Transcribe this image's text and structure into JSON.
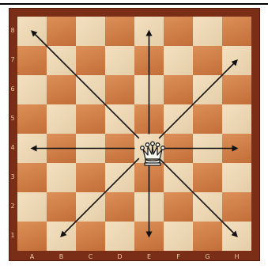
{
  "board": {
    "ranks": [
      "8",
      "7",
      "6",
      "5",
      "4",
      "3",
      "2",
      "1"
    ],
    "files": [
      "A",
      "B",
      "C",
      "D",
      "E",
      "F",
      "G",
      "H"
    ],
    "top_marks": [
      "",
      "",
      "",
      "",
      "",
      "",
      "",
      ""
    ],
    "light_color": "#f1d9b2",
    "dark_color": "#d07a40",
    "frame_color": "#7a2e17"
  },
  "piece": {
    "type": "queen",
    "color": "white",
    "square": "e4",
    "icon": "white-queen-icon"
  },
  "moves": {
    "directions": [
      "north",
      "north-east",
      "east",
      "south-east",
      "south",
      "south-west",
      "west",
      "north-west"
    ],
    "targets": [
      "e8",
      "h7",
      "h4",
      "h1",
      "e1",
      "b1",
      "a4",
      "a8"
    ]
  }
}
